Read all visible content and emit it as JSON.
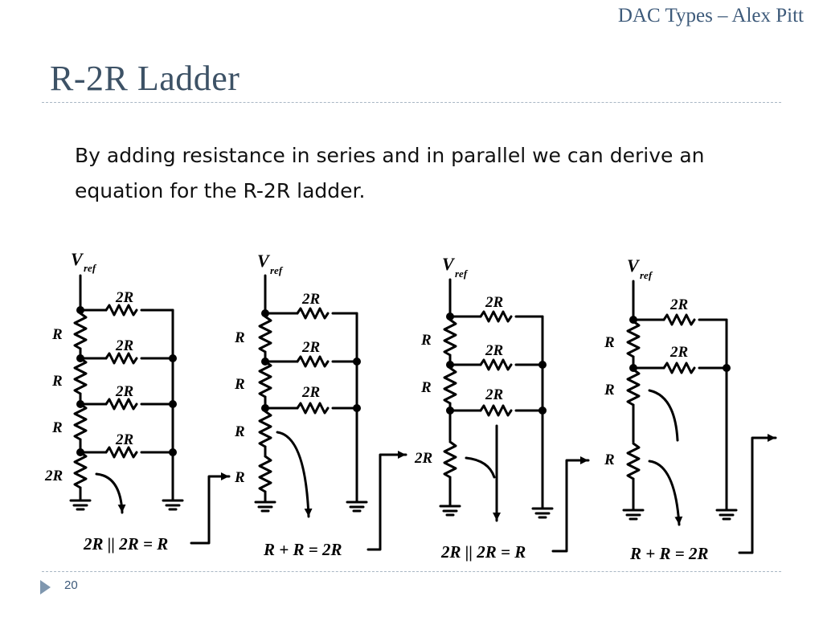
{
  "header": {
    "deck_title": "DAC Types – Alex Pitt"
  },
  "slide": {
    "title": "R-2R Ladder",
    "body": "By adding resistance in series and in parallel we can derive an equation for the R-2R ladder."
  },
  "diagram": {
    "vref_label": "V",
    "vref_subscript": "ref",
    "panel1": {
      "rung_labels": [
        "2R",
        "2R",
        "2R",
        "2R"
      ],
      "series_labels": [
        "R",
        "R",
        "R",
        "2R"
      ],
      "equation": "2R || 2R = R"
    },
    "panel2": {
      "rung_labels": [
        "2R",
        "2R",
        "2R"
      ],
      "series_labels": [
        "R",
        "R",
        "R",
        "R"
      ],
      "equation": "R + R = 2R"
    },
    "panel3": {
      "rung_labels": [
        "2R",
        "2R",
        "2R"
      ],
      "series_labels": [
        "R",
        "R",
        "2R"
      ],
      "equation": "2R || 2R = R"
    },
    "panel4": {
      "rung_labels": [
        "2R",
        "2R"
      ],
      "series_labels": [
        "R",
        "R",
        "R"
      ],
      "equation": "R + R = 2R"
    }
  },
  "footer": {
    "page_number": "20"
  }
}
